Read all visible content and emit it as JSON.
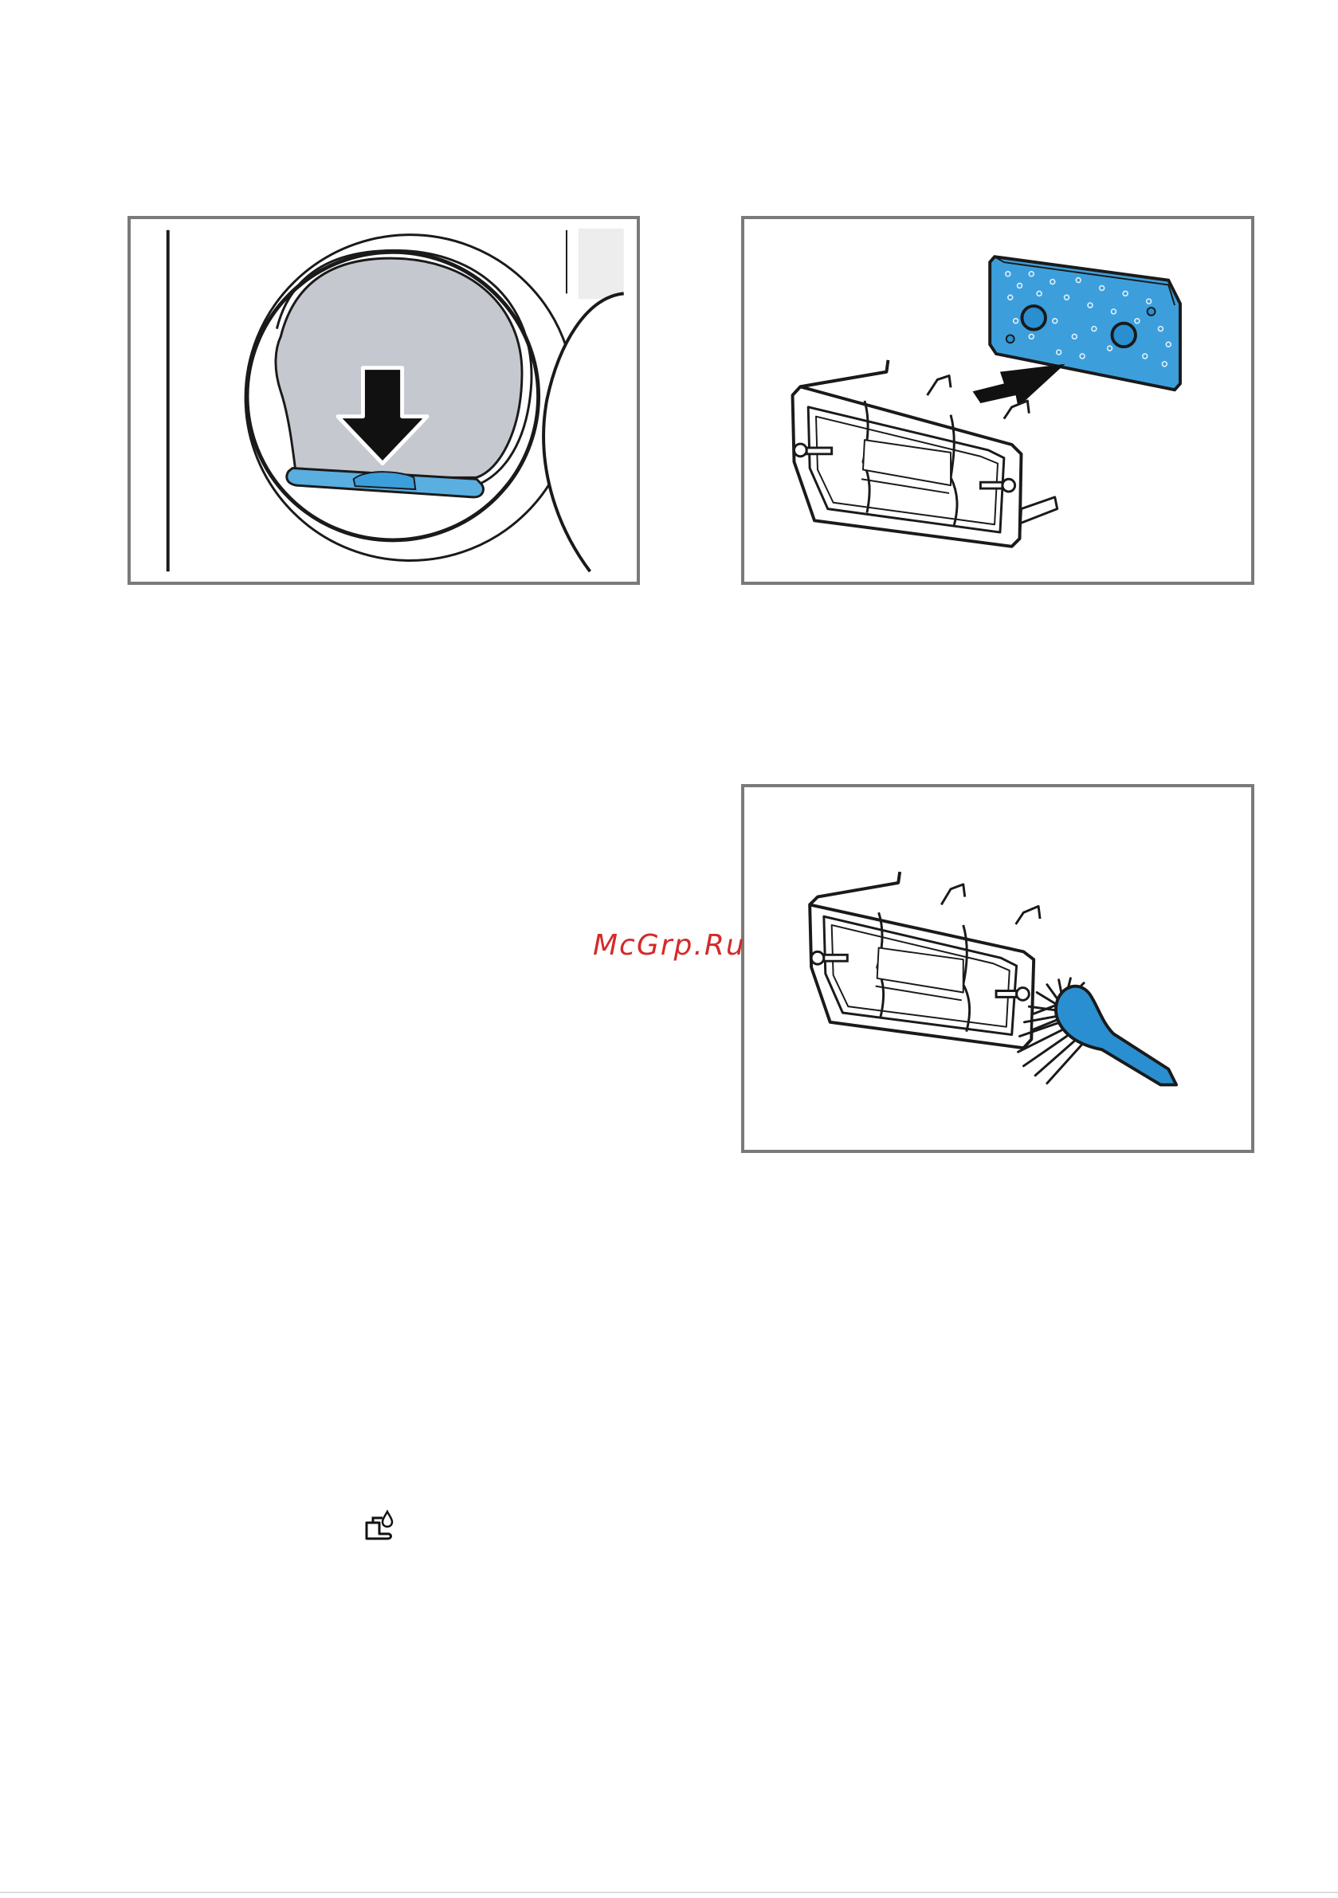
{
  "watermark": {
    "text": "McGrp.Ru",
    "color": "#d42a2a"
  },
  "figures": [
    {
      "id": "figure-1",
      "icon": "dryer-door-lint-filter-icon",
      "accent": "#5aafe0",
      "fill": "#c5c9cf"
    },
    {
      "id": "figure-2",
      "icon": "filter-insert-sponge-icon",
      "accent": "#3c9fdc"
    },
    {
      "id": "figure-3",
      "icon": "filter-brush-cleaning-icon",
      "accent": "#2a8fd0"
    }
  ],
  "inline_icon": "water-tap-drop-icon"
}
